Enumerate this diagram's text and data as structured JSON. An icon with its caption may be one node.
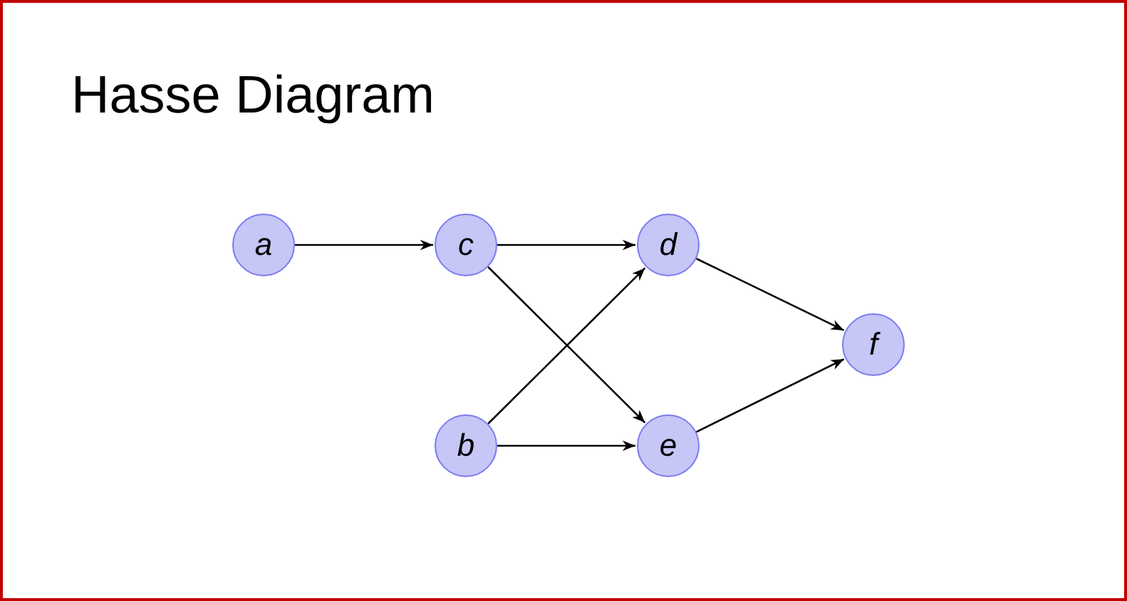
{
  "diagram": {
    "title": "Hasse Diagram",
    "nodes": [
      {
        "text": [
          "a"
        ]
      },
      {
        "text": [
          "c"
        ]
      },
      {
        "text": [
          "d"
        ]
      },
      {
        "text": [
          "b"
        ]
      },
      {
        "text": [
          "e"
        ]
      },
      {
        "text": [
          "f"
        ]
      }
    ],
    "edges": [
      {
        "from": 0,
        "to": 1,
        "arrow": "to"
      },
      {
        "from": 1,
        "to": 2,
        "arrow": "to"
      },
      {
        "from": 1,
        "to": 4,
        "arrow": "to"
      },
      {
        "from": 3,
        "to": 2,
        "arrow": "to"
      },
      {
        "from": 3,
        "to": 4,
        "arrow": "to"
      },
      {
        "from": 2,
        "to": 5,
        "arrow": "to"
      },
      {
        "from": 4,
        "to": 5,
        "arrow": "to"
      }
    ]
  }
}
